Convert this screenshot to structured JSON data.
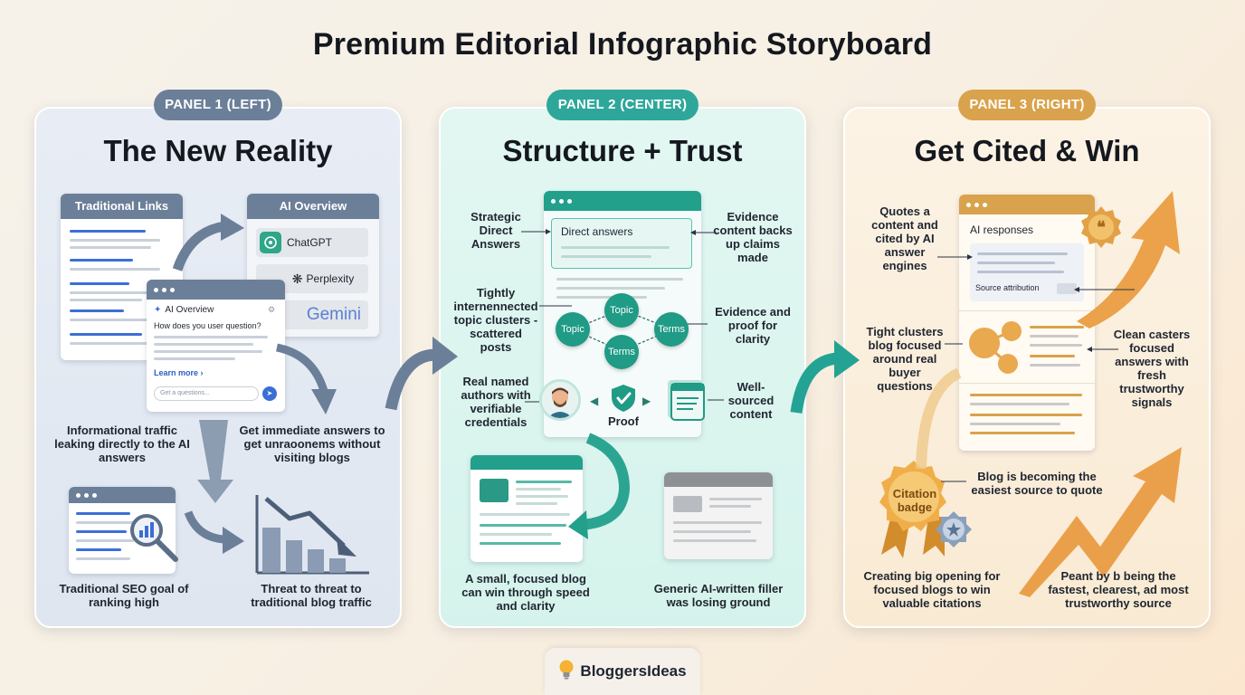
{
  "title": "Premium Editorial Infographic Storyboard",
  "panel1": {
    "pill": "PANEL 1 (LEFT)",
    "title": "The New Reality",
    "traditional_links_header": "Traditional Links",
    "ai_overview_header": "AI Overview",
    "engines": [
      "ChatGPT",
      "Perplexity",
      "Gemini"
    ],
    "popup": {
      "title": "AI Overview",
      "question": "How does you user question?",
      "learn_more": "Learn more",
      "input_placeholder": "Get a questions..."
    },
    "labels": {
      "leaking": "Informational traffic leaking directly to the AI answers",
      "immediate": "Get immediate answers to get unraoonems without visiting blogs",
      "seo_goal": "Traditional SEO goal of ranking high",
      "threat": "Threat to threat to traditional blog traffic"
    }
  },
  "panel2": {
    "pill": "PANEL 2 (CENTER)",
    "title": "Structure + Trust",
    "direct_answers": "Direct answers",
    "nodes": [
      "Topic",
      "Topic",
      "Terms",
      "Terms"
    ],
    "proof": "Proof",
    "labels": {
      "strategic": "Strategic Direct Answers",
      "evidence1": "Evidence content backs up claims made",
      "clusters": "Tightly internennected topic clusters - scattered posts",
      "evidence2": "Evidence and proof for clarity",
      "authors": "Real named authors with verifiable credentials",
      "sourced": "Well-sourced content",
      "small_blog": "A small, focused blog can win through speed and clarity",
      "generic": "Generic AI-written filler was losing ground"
    }
  },
  "panel3": {
    "pill": "PANEL 3 (RIGHT)",
    "title": "Get Cited & Win",
    "ai_responses": "AI responses",
    "source_attribution": "Source attribution",
    "badge": "Citation badge",
    "labels": {
      "quotes": "Quotes a content and cited by AI answer engines",
      "tight": "Tight clusters blog focused around real buyer questions",
      "clean": "Clean casters focused answers with fresh trustworthy signals",
      "easiest": "Blog is becoming the easiest source to quote",
      "opening": "Creating big opening for focused blogs to win valuable citations",
      "peant": "Peant by b being the fastest, clearest, ad most trustworthy source"
    }
  },
  "brand": "BloggersIdeas",
  "colors": {
    "slate": "#6b7f99",
    "teal": "#1f9b86",
    "gold": "#d9a24c"
  }
}
